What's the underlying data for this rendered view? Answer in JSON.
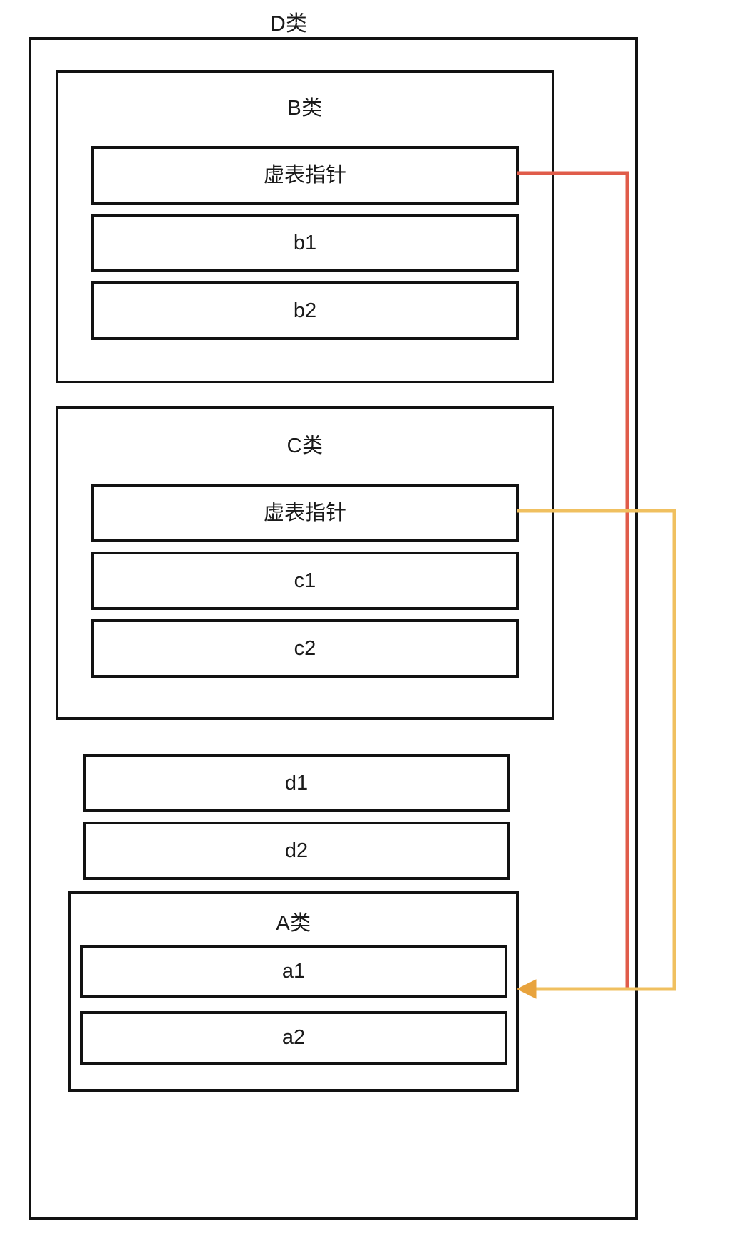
{
  "diagram": {
    "outer_title": "D类",
    "classes": {
      "d": {
        "label": "D类"
      },
      "b": {
        "title": "B类",
        "slots": [
          {
            "label": "虚表指针"
          },
          {
            "label": "b1"
          },
          {
            "label": "b2"
          }
        ]
      },
      "c": {
        "title": "C类",
        "slots": [
          {
            "label": "虚表指针"
          },
          {
            "label": "c1"
          },
          {
            "label": "c2"
          }
        ]
      },
      "d_own": {
        "slots": [
          {
            "label": "d1"
          },
          {
            "label": "d2"
          }
        ]
      },
      "a": {
        "title": "A类",
        "slots": [
          {
            "label": "a1"
          },
          {
            "label": "a2"
          }
        ]
      }
    },
    "connectors": [
      {
        "name": "b-vptr-to-a1",
        "from": "虚表指针",
        "to": "a1",
        "color": "#e05c4a"
      },
      {
        "name": "c-vptr-to-a1",
        "from": "虚表指针",
        "to": "a1",
        "color": "#f0c060"
      }
    ],
    "colors": {
      "stroke": "#121212",
      "background": "#ffffff",
      "text": "#1a1a1a",
      "connector_red": "#e05c4a",
      "connector_yellow": "#f0c060",
      "arrowhead": "#e8a33d"
    }
  }
}
